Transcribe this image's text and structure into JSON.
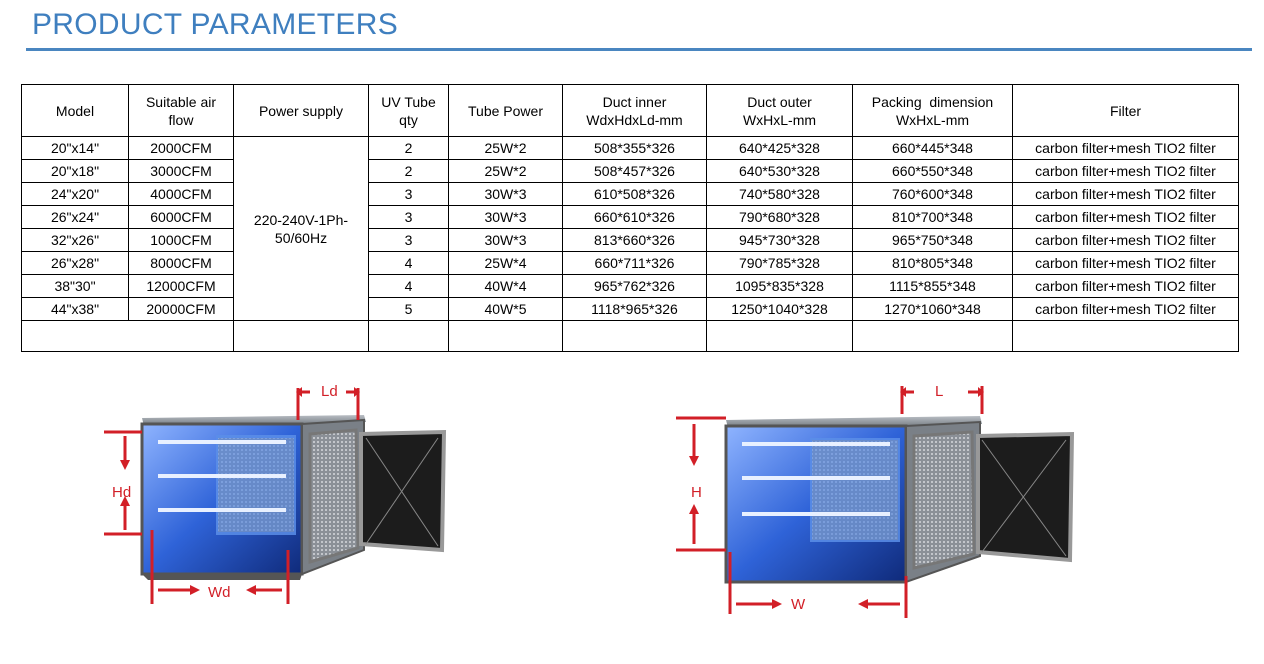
{
  "title": "PRODUCT PARAMETERS",
  "table": {
    "headers": [
      [
        "Model"
      ],
      [
        "Suitable air",
        "flow"
      ],
      [
        "Power supply"
      ],
      [
        "UV Tube",
        "qty"
      ],
      [
        "Tube Power"
      ],
      [
        "Duct inner",
        "WdxHdxLd-mm"
      ],
      [
        "Duct outer",
        "WxHxL-mm"
      ],
      [
        "Packing  dimension",
        "WxHxL-mm"
      ],
      [
        "Filter"
      ]
    ],
    "power_supply": [
      "220-240V-1Ph-",
      "50/60Hz"
    ],
    "rows": [
      {
        "model": "20\"x14\"",
        "flow": "2000CFM",
        "qty": "2",
        "tube_power": "25W*2",
        "duct_inner": "508*355*326",
        "duct_outer": "640*425*328",
        "packing": "660*445*348",
        "filter": "carbon filter+mesh TIO2 filter"
      },
      {
        "model": "20\"x18\"",
        "flow": "3000CFM",
        "qty": "2",
        "tube_power": "25W*2",
        "duct_inner": "508*457*326",
        "duct_outer": "640*530*328",
        "packing": "660*550*348",
        "filter": "carbon filter+mesh TIO2 filter"
      },
      {
        "model": "24\"x20\"",
        "flow": "4000CFM",
        "qty": "3",
        "tube_power": "30W*3",
        "duct_inner": "610*508*326",
        "duct_outer": "740*580*328",
        "packing": "760*600*348",
        "filter": "carbon filter+mesh TIO2 filter"
      },
      {
        "model": "26\"x24\"",
        "flow": "6000CFM",
        "qty": "3",
        "tube_power": "30W*3",
        "duct_inner": "660*610*326",
        "duct_outer": "790*680*328",
        "packing": "810*700*348",
        "filter": "carbon filter+mesh TIO2 filter"
      },
      {
        "model": "32\"x26\"",
        "flow": "1000CFM",
        "qty": "3",
        "tube_power": "30W*3",
        "duct_inner": "813*660*326",
        "duct_outer": "945*730*328",
        "packing": "965*750*348",
        "filter": "carbon filter+mesh TIO2 filter"
      },
      {
        "model": "26\"x28\"",
        "flow": "8000CFM",
        "qty": "4",
        "tube_power": "25W*4",
        "duct_inner": "660*711*326",
        "duct_outer": "790*785*328",
        "packing": "810*805*348",
        "filter": "carbon filter+mesh TIO2 filter"
      },
      {
        "model": "38\"30\"",
        "flow": "12000CFM",
        "qty": "4",
        "tube_power": "40W*4",
        "duct_inner": "965*762*326",
        "duct_outer": "1095*835*328",
        "packing": "1115*855*348",
        "filter": "carbon filter+mesh TIO2 filter"
      },
      {
        "model": "44\"x38\"",
        "flow": "20000CFM",
        "qty": "5",
        "tube_power": "40W*5",
        "duct_inner": "1118*965*326",
        "duct_outer": "1250*1040*328",
        "packing": "1270*1060*348",
        "filter": "carbon filter+mesh TIO2 filter"
      }
    ]
  },
  "diagrams": {
    "inner_labels": {
      "length": "Ld",
      "height": "Hd",
      "width": "Wd"
    },
    "outer_labels": {
      "length": "L",
      "height": "H",
      "width": "W"
    }
  }
}
